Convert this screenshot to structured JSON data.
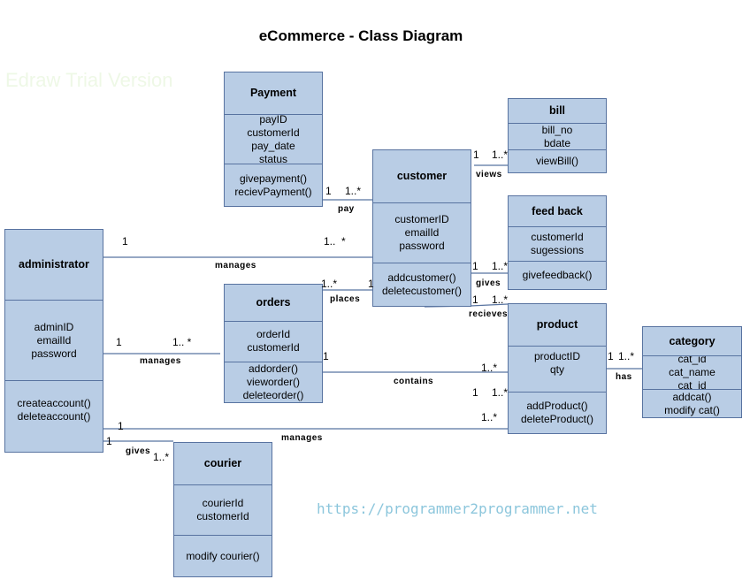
{
  "title": "eCommerce - Class Diagram",
  "watermark": "Edraw Trial Version",
  "url": "https://programmer2programmer.net",
  "colors": {
    "box_fill": "#b9cde5",
    "box_border": "#5873a0",
    "line": "#5873a0"
  },
  "classes": {
    "payment": {
      "name": "Payment",
      "attributes": [
        "payID",
        "customerId",
        "pay_date",
        "status"
      ],
      "methods": [
        "givepayment()",
        "recievPayment()"
      ]
    },
    "customer": {
      "name": "customer",
      "attributes": [
        "customerID",
        "emailId",
        "password"
      ],
      "methods": [
        "addcustomer()",
        "deletecustomer()"
      ]
    },
    "bill": {
      "name": "bill",
      "attributes": [
        "bill_no",
        "bdate"
      ],
      "methods": [
        "viewBill()"
      ]
    },
    "feedback": {
      "name": "feed back",
      "attributes": [
        "customerId",
        "sugessions"
      ],
      "methods": [
        "givefeedback()"
      ]
    },
    "product": {
      "name": "product",
      "attributes": [
        "productID",
        "qty"
      ],
      "methods": [
        "addProduct()",
        "deleteProduct()"
      ]
    },
    "category": {
      "name": "category",
      "attributes": [
        "cat_id",
        "cat_name",
        "cat_id"
      ],
      "methods": [
        "addcat()",
        "modify cat()"
      ]
    },
    "administrator": {
      "name": "administrator",
      "attributes": [
        "adminID",
        "emailId",
        "password"
      ],
      "methods": [
        "createaccount()",
        "deleteaccount()"
      ]
    },
    "orders": {
      "name": "orders",
      "attributes": [
        "orderId",
        "customerId"
      ],
      "methods": [
        "addorder()",
        "vieworder()",
        "deleteorder()"
      ]
    },
    "courier": {
      "name": "courier",
      "attributes": [
        "courierId",
        "customerId"
      ],
      "methods": [
        "modify courier()"
      ]
    }
  },
  "relations": {
    "pay": {
      "label": "pay",
      "from_mult": "1",
      "to_mult": "1..*"
    },
    "admin_customer": {
      "label": "manages",
      "from_mult": "1",
      "to_mult": "1..  *"
    },
    "places": {
      "label": "places",
      "from_mult": "1..*",
      "to_mult": "1"
    },
    "admin_orders": {
      "label": "manages",
      "from_mult": "1",
      "to_mult": "1.. *"
    },
    "views": {
      "label": "views",
      "from_mult": "1",
      "to_mult": "1..*"
    },
    "gives_feedback": {
      "label": "gives",
      "from_mult": "1",
      "to_mult": "1..*"
    },
    "recieves": {
      "label": "recieves",
      "from_mult": "1",
      "to_mult": "1..*"
    },
    "contains": {
      "label": "contains",
      "from_mult": "1",
      "to_mult": "1..*"
    },
    "extra": {
      "from_mult": "1",
      "to_mult": "1..*"
    },
    "admin_product": {
      "label": "manages",
      "from_mult": "1",
      "to_mult": "1..*"
    },
    "has": {
      "label": "has",
      "from_mult": "1",
      "to_mult": "1..*"
    },
    "courier_gives": {
      "label": "gives",
      "from_mult": "1",
      "to_mult": "1..*"
    }
  }
}
